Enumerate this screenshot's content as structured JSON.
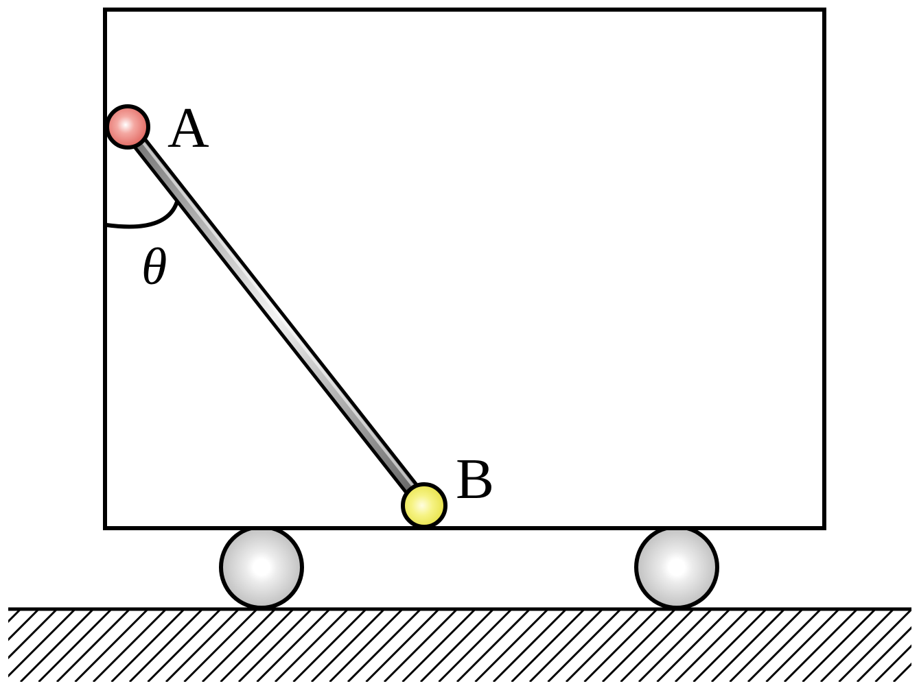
{
  "diagram": {
    "labels": {
      "point_a": "A",
      "point_b": "B",
      "angle": "θ"
    },
    "colors": {
      "stroke": "#000000",
      "ball_a": "#e8706a",
      "ball_b": "#eeea55",
      "wheel": "#c8c8c8",
      "rod": "#8a8a8a",
      "background": "#ffffff"
    }
  }
}
